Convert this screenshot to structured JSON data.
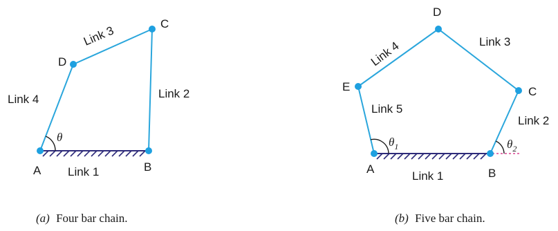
{
  "four_bar": {
    "joints": {
      "A": "A",
      "B": "B",
      "C": "C",
      "D": "D"
    },
    "links": {
      "link1": "Link 1",
      "link2": "Link 2",
      "link3": "Link 3",
      "link4": "Link 4"
    },
    "angle": "θ",
    "caption_prefix": "(a)",
    "caption": "Four bar chain."
  },
  "five_bar": {
    "joints": {
      "A": "A",
      "B": "B",
      "C": "C",
      "D": "D",
      "E": "E"
    },
    "links": {
      "link1": "Link 1",
      "link2": "Link 2",
      "link3": "Link 3",
      "link4": "Link 4",
      "link5": "Link 5"
    },
    "angle1": "θ",
    "angle1_sub": "1",
    "angle2": "θ",
    "angle2_sub": "2",
    "caption_prefix": "(b)",
    "caption": "Five bar chain."
  },
  "colors": {
    "link": "#2aa6dc",
    "joint": "#1ea0e0",
    "ground": "#2e2b7a",
    "extension": "#d21f7a"
  }
}
